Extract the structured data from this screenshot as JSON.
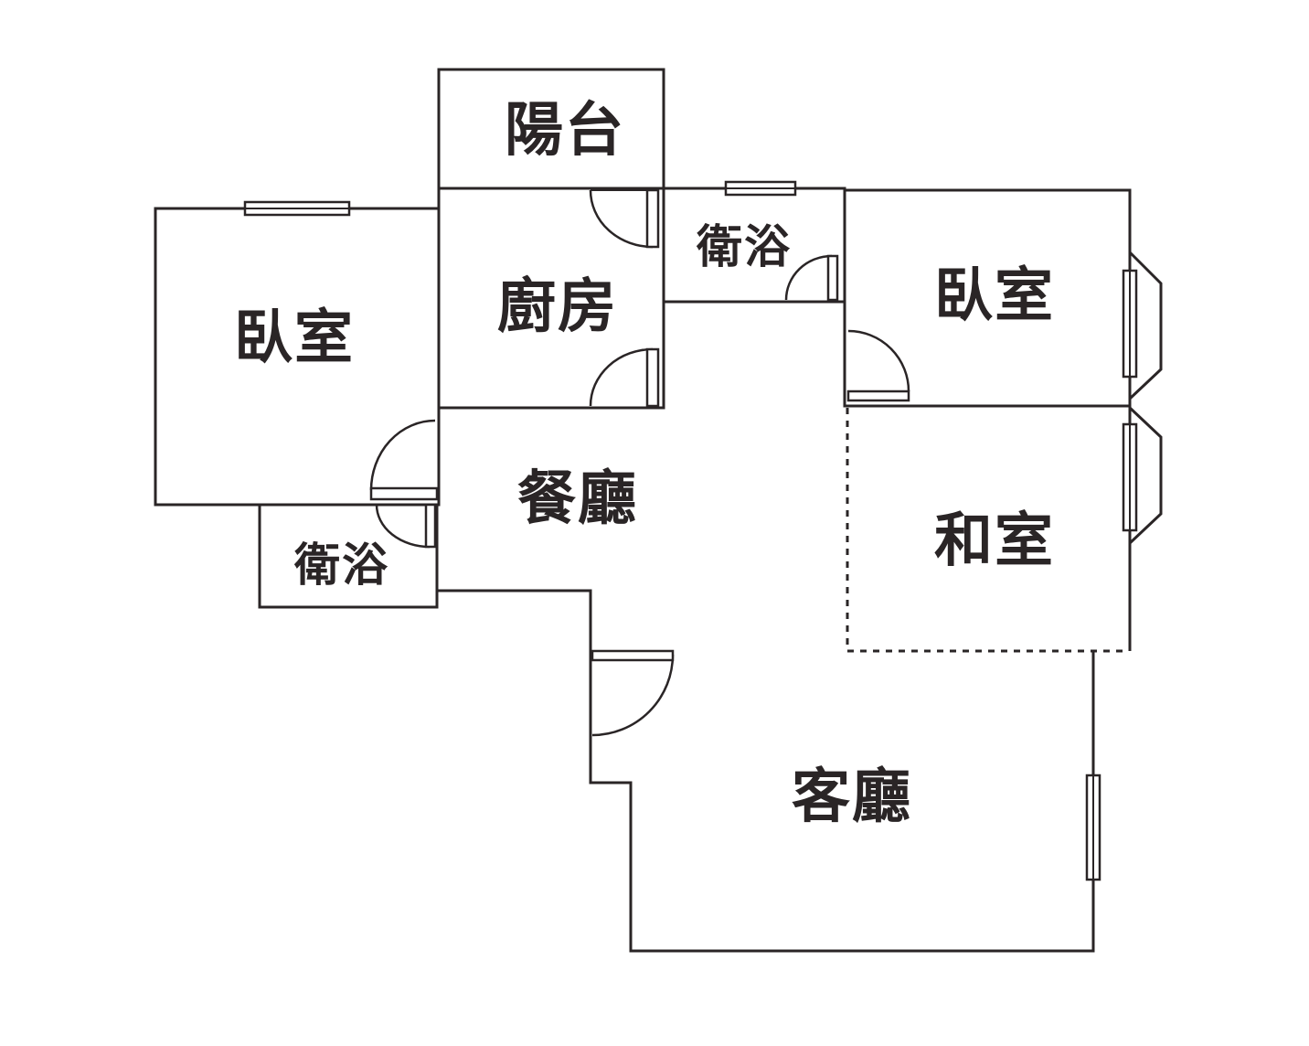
{
  "rooms": {
    "balcony": "陽台",
    "kitchen": "廚房",
    "bath_upper": "衛浴",
    "bedroom_left": "臥室",
    "bedroom_right": "臥室",
    "japanese_room": "和室",
    "dining": "餐廳",
    "bath_lower": "衛浴",
    "living": "客廳"
  },
  "colors": {
    "line": "#2a2526",
    "background": "#ffffff"
  }
}
